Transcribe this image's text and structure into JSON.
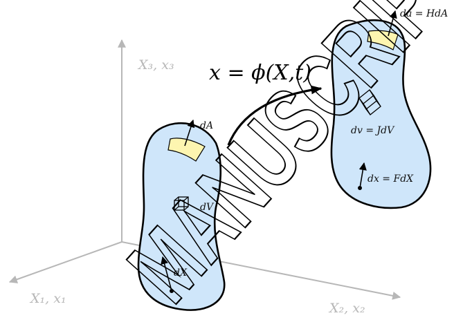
{
  "axes": {
    "x1_label": "X₁, x₁",
    "x2_label": "X₂, x₂",
    "x3_label": "X₃, x₃"
  },
  "reference_body": {
    "area_vector_label": "dA",
    "volume_label": "dV",
    "line_vector_label": "dX"
  },
  "current_body": {
    "area_vector_label": "da = HdA",
    "volume_label": "dv = JdV",
    "line_vector_label": "dx = FdX"
  },
  "mapping_label": "x = ϕ(X,t)",
  "watermark": "MANUSCRIPT",
  "colors": {
    "body_fill": "#cfe6fa",
    "patch_fill": "#fdf5b0",
    "axis_color": "#b7b7b7",
    "outline": "#000000"
  }
}
